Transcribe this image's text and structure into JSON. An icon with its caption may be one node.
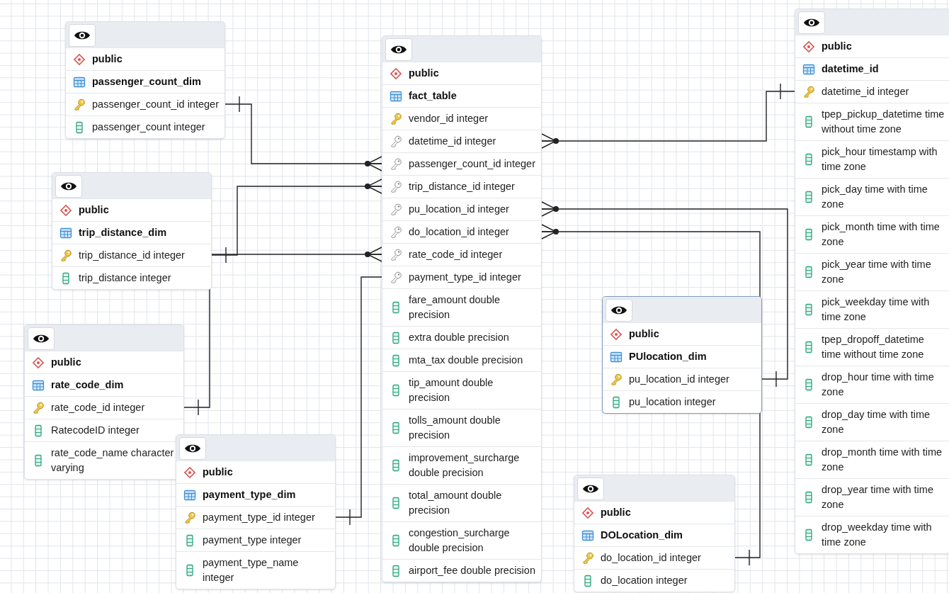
{
  "diagram": {
    "nodes": [
      {
        "text": [
          "public",
          "datetime_id",
          "datetime_id integer",
          "tpep_pickup_datetime time without time zone",
          "pick_hour timestamp with time zone",
          "pick_day time with time zone",
          "pick_month time with time zone",
          "pick_year time with time zone",
          "pick_weekday time with time zone",
          "tpep_dropoff_datetime time without time zone",
          "drop_hour time with time zone",
          "drop_day time with time zone",
          "drop_month time with time zone",
          "drop_year time with time zone",
          "drop_weekday time with time zone"
        ]
      },
      {
        "text": [
          "public",
          "passenger_count_dim",
          "passenger_count_id integer",
          "passenger_count integer"
        ]
      },
      {
        "text": [
          "public",
          "fact_table",
          "vendor_id integer",
          "datetime_id integer",
          "passenger_count_id integer",
          "trip_distance_id integer",
          "pu_location_id integer",
          "do_location_id integer",
          "rate_code_id integer",
          "payment_type_id integer",
          "fare_amount double precision",
          "extra double precision",
          "mta_tax double precision",
          "tip_amount double precision",
          "tolls_amount double precision",
          "improvement_surcharge double precision",
          "total_amount double precision",
          "congestion_surcharge double precision",
          "airport_fee double precision"
        ]
      },
      {
        "text": [
          "public",
          "trip_distance_dim",
          "trip_distance_id integer",
          "trip_distance integer"
        ]
      },
      {
        "text": [
          "public",
          "PUlocation_dim",
          "pu_location_id integer",
          "pu_location integer"
        ]
      },
      {
        "text": [
          "public",
          "rate_code_dim",
          "rate_code_id integer",
          "RatecodeID integer",
          "rate_code_name character varying"
        ]
      },
      {
        "text": [
          "public",
          "payment_type_dim",
          "payment_type_id integer",
          "payment_type integer",
          "payment_type_name integer"
        ]
      },
      {
        "text": [
          "public",
          "DOLocation_dim",
          "do_location_id integer",
          "do_location integer"
        ]
      }
    ],
    "edges": [
      {
        "from": 0,
        "to": 2,
        "arrow": "other"
      },
      {
        "from": 1,
        "to": 2,
        "arrow": "other"
      },
      {
        "from": 3,
        "to": 2,
        "arrow": "other"
      },
      {
        "from": 4,
        "to": 2,
        "arrow": "other"
      },
      {
        "from": 5,
        "to": 2,
        "arrow": "other"
      },
      {
        "from": 6,
        "to": 2,
        "arrow": "other"
      },
      {
        "from": 7,
        "to": 2,
        "arrow": "other"
      }
    ]
  }
}
